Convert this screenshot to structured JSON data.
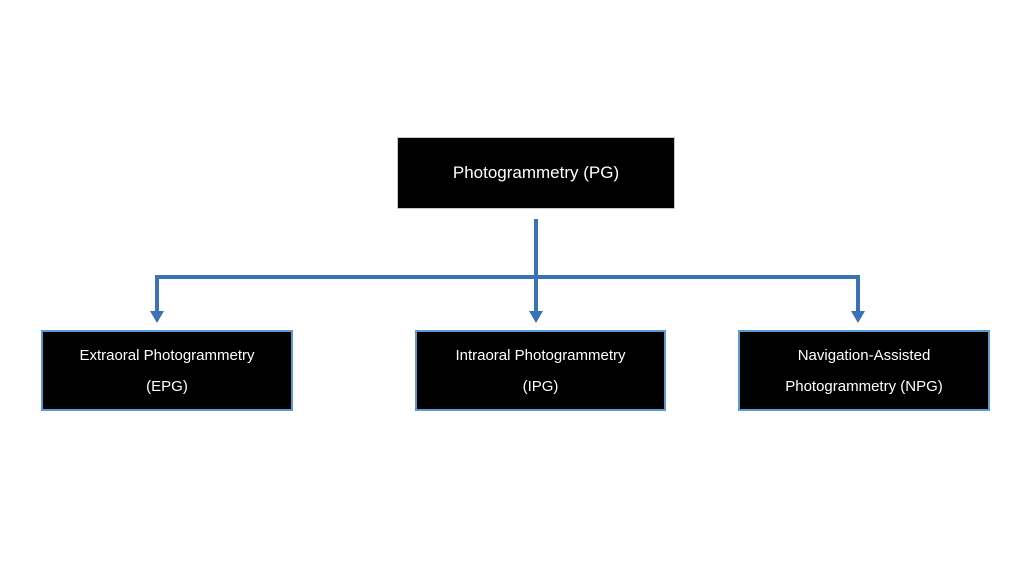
{
  "diagram": {
    "root": {
      "label": "Photogrammetry (PG)"
    },
    "children": [
      {
        "line1": "Extraoral Photogrammetry",
        "line2": "(EPG)"
      },
      {
        "line1": "Intraoral Photogrammetry",
        "line2": "(IPG)"
      },
      {
        "line1": "Navigation-Assisted",
        "line2": "Photogrammetry (NPG)"
      }
    ],
    "colors": {
      "box_fill": "#000000",
      "box_text": "#ffffff",
      "connector": "#3a72b8",
      "child_border": "#5b9bd5"
    }
  }
}
